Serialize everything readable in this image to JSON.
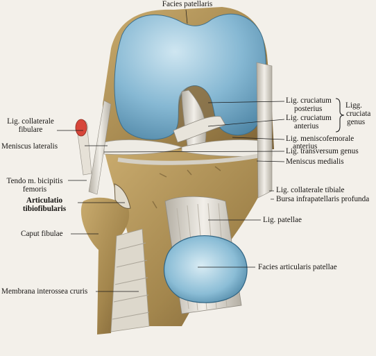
{
  "labels": {
    "facies_patellaris": "Facies patellaris",
    "lig_cruciatum_posterius_1": "Lig. cruciatum",
    "lig_cruciatum_posterius_2": "posterius",
    "lig_cruciatum_anterius_1": "Lig. cruciatum",
    "lig_cruciatum_anterius_2": "anterius",
    "ligg_cruciata_1": "Ligg.",
    "ligg_cruciata_2": "cruciata",
    "ligg_cruciata_3": "genus",
    "lig_meniscofemorale_1": "Lig. meniscofemorale",
    "lig_meniscofemorale_2": "anterius",
    "lig_transversum_genus": "Lig. transversum genus",
    "meniscus_medialis": "Meniscus medialis",
    "lig_collaterale_fibulare_1": "Lig. collaterale",
    "lig_collaterale_fibulare_2": "fibulare",
    "meniscus_lateralis": "Meniscus lateralis",
    "tendo_biceps_1": "Tendo m. bicipitis",
    "tendo_biceps_2": "femoris",
    "articulatio_tibiofibularis_1": "Articulatio",
    "articulatio_tibiofibularis_2": "tibiofibularis",
    "lig_collaterale_tibiale": "Lig. collaterale tibiale",
    "bursa_infrapatellaris": "Bursa infrapatellaris profunda",
    "lig_patellae": "Lig. patellae",
    "caput_fibulae": "Caput fibulae",
    "facies_articularis_patellae": "Facies articularis patellae",
    "membrana_interossea": "Membrana interossea cruris"
  },
  "colors": {
    "cartilage": "#7fb3cf",
    "cartilage_light": "#c9e2ee",
    "bone": "#b0925a",
    "bone_dark": "#6d5530",
    "ligament": "#e7e3da",
    "ligament_shadow": "#a9a59b",
    "tendon_red": "#d7463a",
    "background": "#f3f0ea",
    "text": "#161412"
  }
}
